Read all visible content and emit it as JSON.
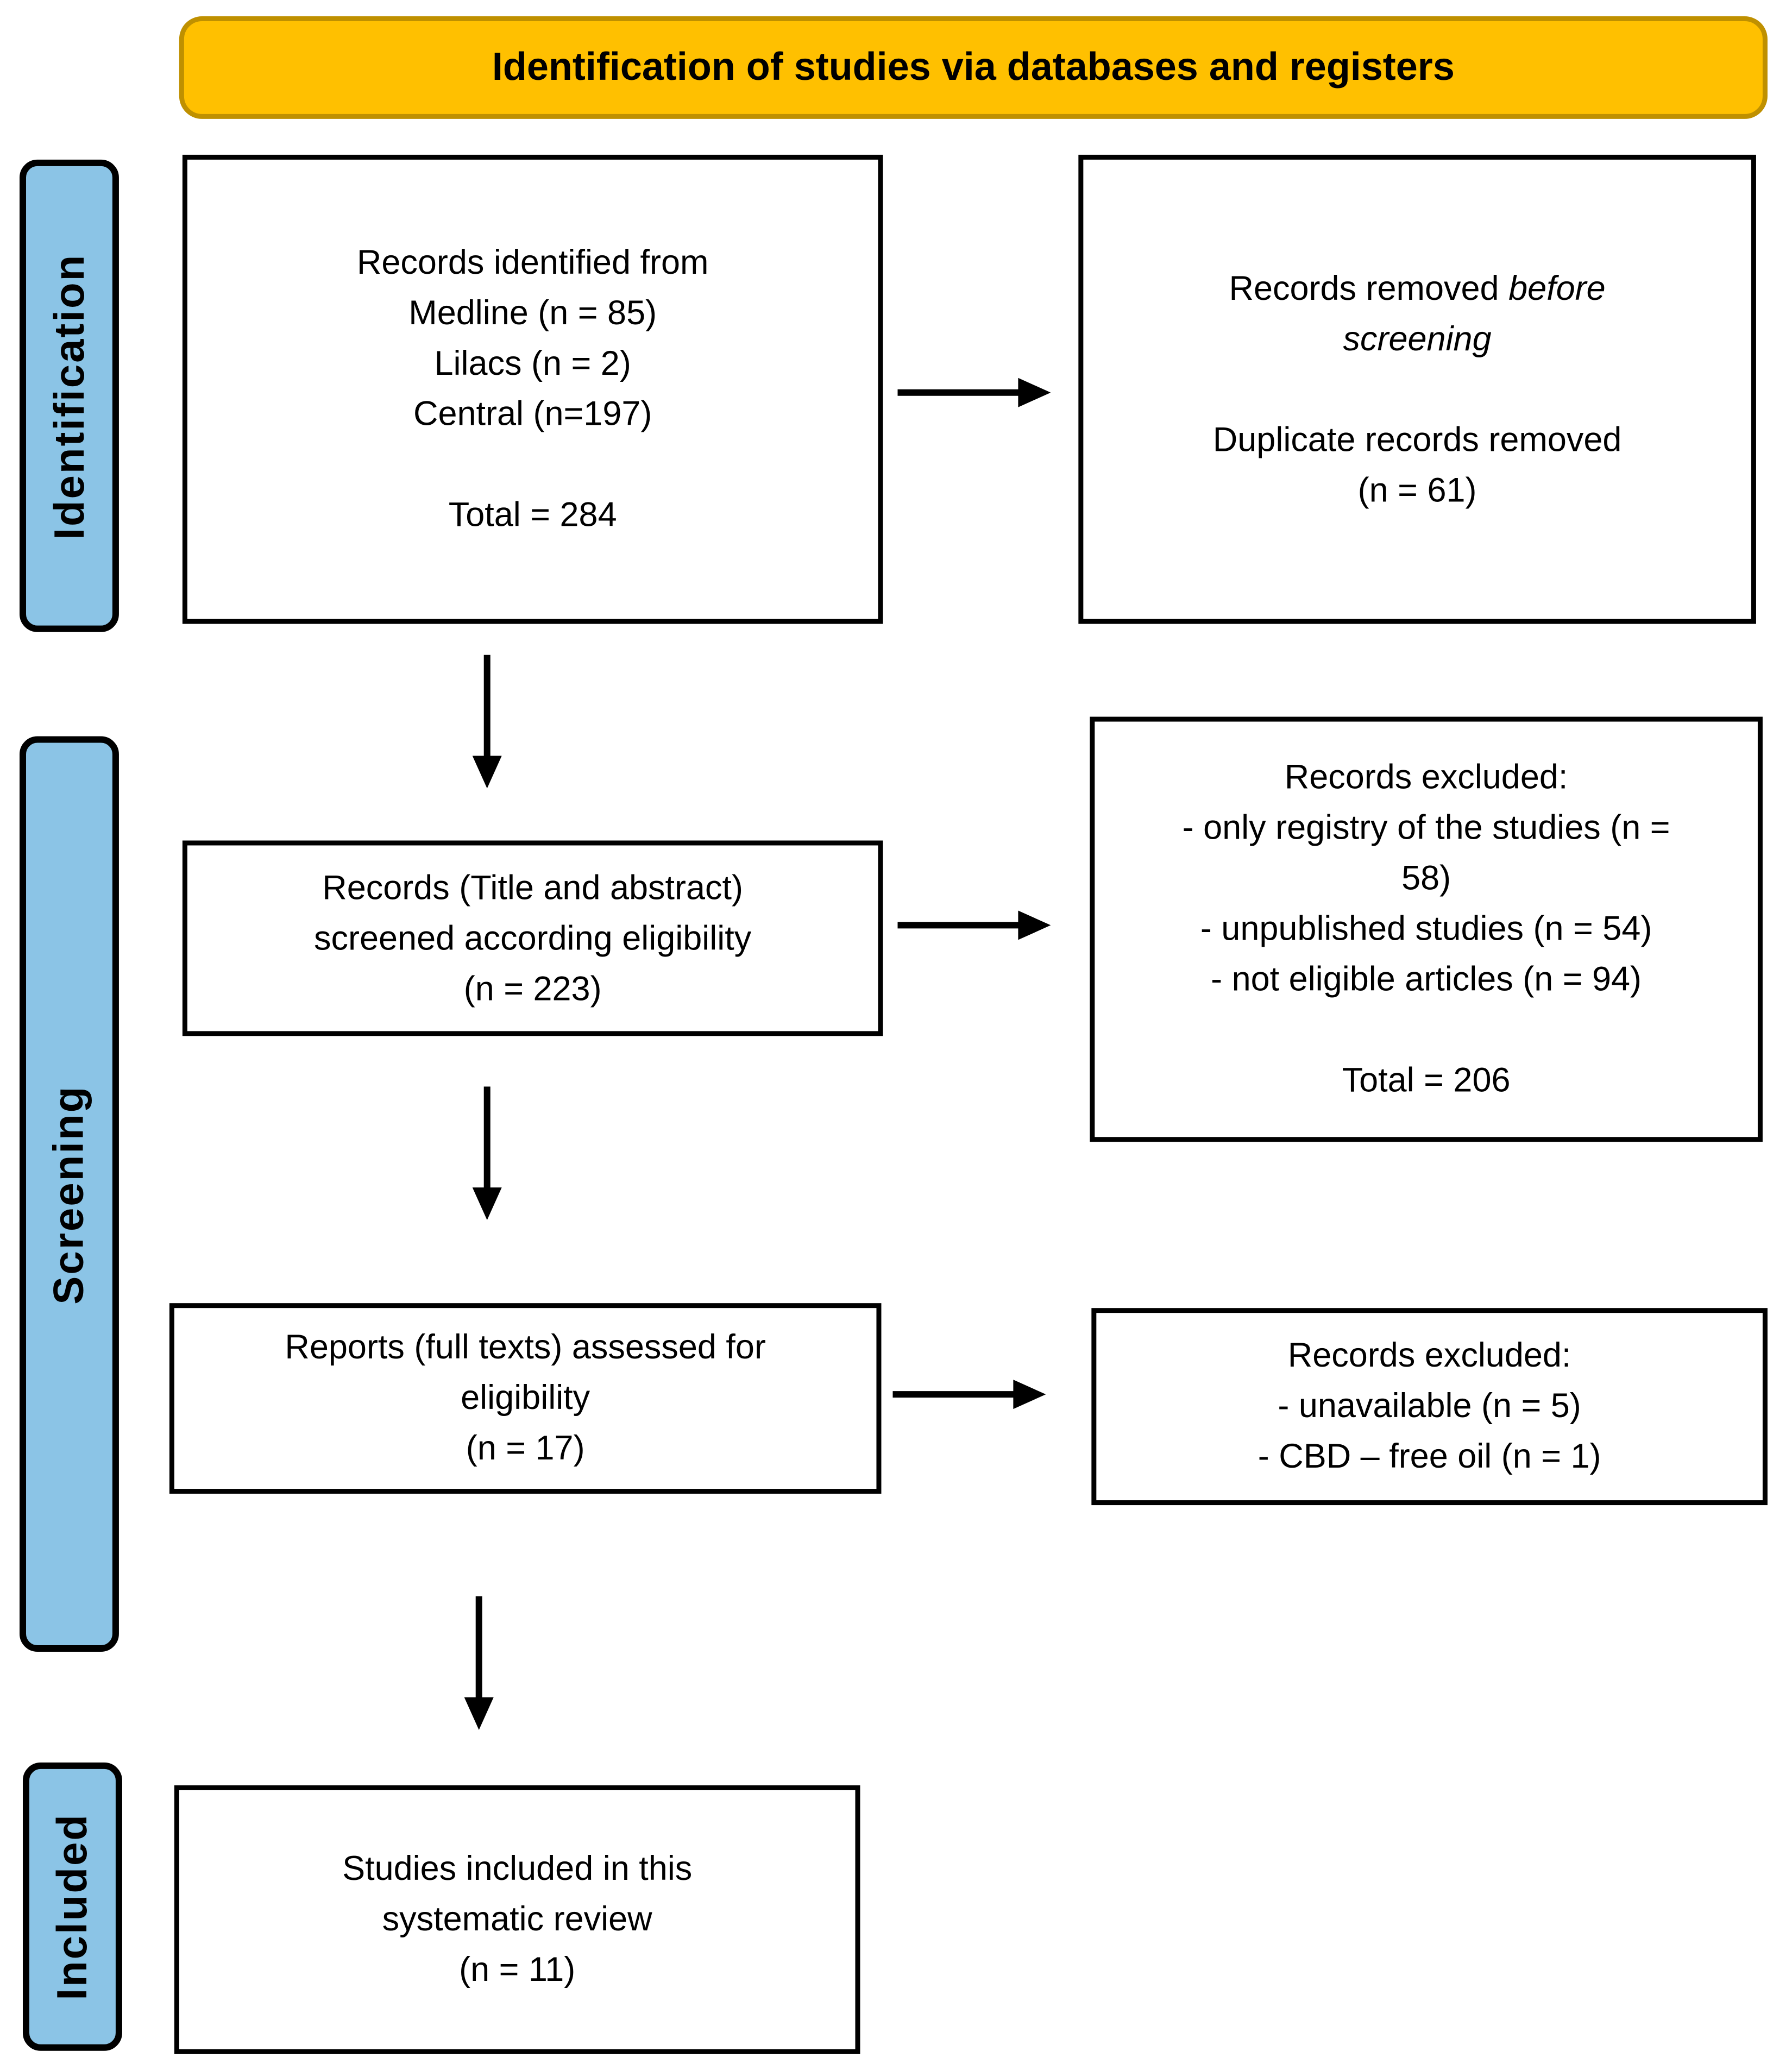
{
  "banner": {
    "label": "Identification of studies via databases and registers"
  },
  "colors": {
    "banner_fill": "#FFC000",
    "banner_border": "#BF9000",
    "stage_fill": "#8BC4E6",
    "box_border": "#000000",
    "arrow": "#000000"
  },
  "stages": {
    "identification": "Identification",
    "screening": "Screening",
    "included": "Included"
  },
  "boxes": {
    "records_identified": {
      "lines": [
        "Records identified from",
        "Medline (n = 85)",
        "Lilacs (n = 2)",
        "Central (n=197)",
        "",
        "Total = 284"
      ]
    },
    "records_removed": {
      "normal": "Records removed ",
      "italic_line1": "before",
      "italic_line2": "screening",
      "lines": [
        "",
        "Duplicate records removed",
        "(n = 61)"
      ]
    },
    "records_screened": {
      "lines": [
        "Records (Title and abstract)",
        "screened according eligibility",
        "(n = 223)"
      ]
    },
    "records_excluded_screening": {
      "lines": [
        "Records excluded:",
        "- only registry of the studies (n =",
        "58)",
        "- unpublished studies (n = 54)",
        "- not eligible articles (n = 94)",
        "",
        "Total = 206"
      ]
    },
    "reports_assessed": {
      "lines": [
        "Reports (full texts) assessed for",
        "eligibility",
        "(n = 17)"
      ]
    },
    "records_excluded_eligibility": {
      "lines": [
        "Records excluded:",
        "- unavailable (n = 5)",
        "- CBD – free oil (n = 1)"
      ]
    },
    "studies_included": {
      "lines": [
        "Studies included in this",
        "systematic review",
        "(n = 11)"
      ]
    }
  }
}
